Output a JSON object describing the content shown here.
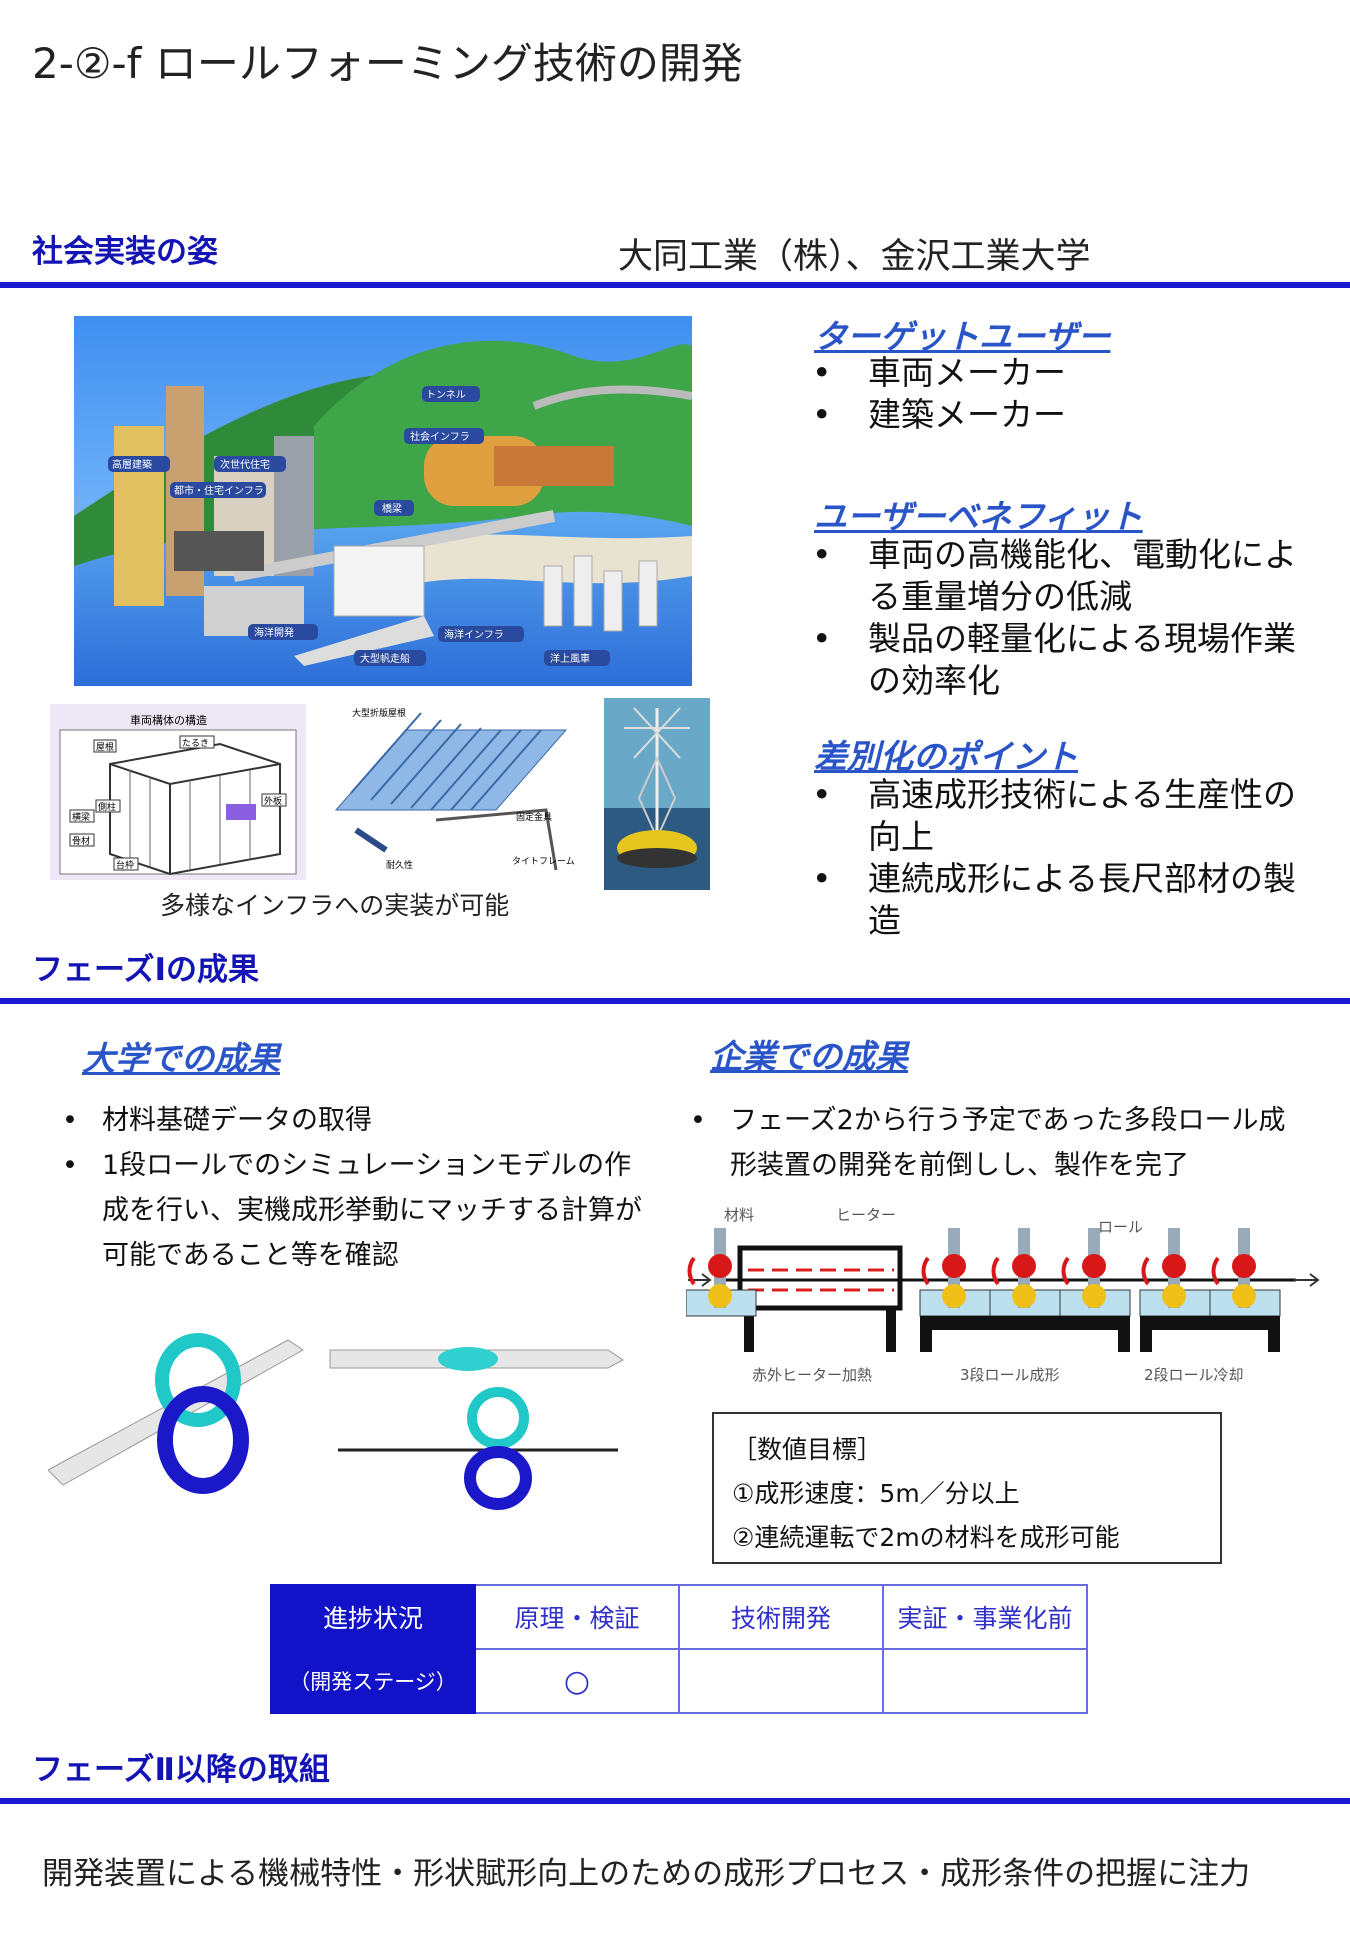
{
  "title": "2-②-f ロールフォーミング技術の開発",
  "sections": {
    "social": "社会実装の姿",
    "phase1": "フェーズⅠの成果",
    "phase2": "フェーズⅡ以降の取組"
  },
  "org": "大同工業（株）、金沢工業大学",
  "illustration": {
    "labels": [
      "トンネル",
      "社会インフラ",
      "高層建築",
      "次世代住宅",
      "都市・住宅インフラ",
      "橋梁",
      "海洋開発",
      "大型帆走船",
      "海洋インフラ",
      "洋上風車"
    ],
    "vehicle_title": "車両構体の構造",
    "vehicle_labels": [
      "屋根",
      "たるき",
      "側柱",
      "外板",
      "横梁",
      "台枠",
      "骨材"
    ],
    "roof_labels": [
      "大型折版屋根",
      "固定金具",
      "耐久性",
      "タイトフレーム"
    ],
    "caption": "多様なインフラへの実装が可能"
  },
  "right": {
    "target_head": "ターゲットユーザー",
    "target_items": [
      "車両メーカー",
      "建築メーカー"
    ],
    "benefit_head": "ユーザーベネフィット",
    "benefit_items": [
      "車両の高機能化、電動化による重量増分の低減",
      "製品の軽量化による現場作業の効率化"
    ],
    "diff_head": "差別化のポイント",
    "diff_items": [
      "高速成形技術による生産性の向上",
      "連続成形による長尺部材の製造"
    ]
  },
  "univ": {
    "head": "大学での成果",
    "items": [
      "材料基礎データの取得",
      "1段ロールでのシミュレーションモデルの作成を行い、実機成形挙動にマッチする計算が可能であること等を確認"
    ]
  },
  "corp": {
    "head": "企業での成果",
    "items": [
      "フェーズ2から行う予定であった多段ロール成形装置の開発を前倒しし、製作を完了"
    ],
    "diagram": {
      "material": "材料",
      "heater": "ヒーター",
      "roll": "ロール",
      "stage1": "赤外ヒーター加熱",
      "stage2": "3段ロール成形",
      "stage3": "2段ロール冷却"
    }
  },
  "targets": {
    "head": "［数値目標］",
    "items": [
      "①成形速度：5m／分以上",
      "②連続運転で2mの材料を成形可能"
    ]
  },
  "status": {
    "head1": "進捗状況",
    "head2": "（開発ステージ）",
    "cols": [
      "原理・検証",
      "技術開発",
      "実証・事業化前"
    ],
    "marks": [
      "○",
      "",
      ""
    ]
  },
  "phase2_text": "開発装置による機械特性・形状賦形向上のための成形プロセス・成形条件の把握に注力",
  "colors": {
    "accent": "#1414b4",
    "rule": "#1a1ad0",
    "subhead": "#2a55c8"
  }
}
